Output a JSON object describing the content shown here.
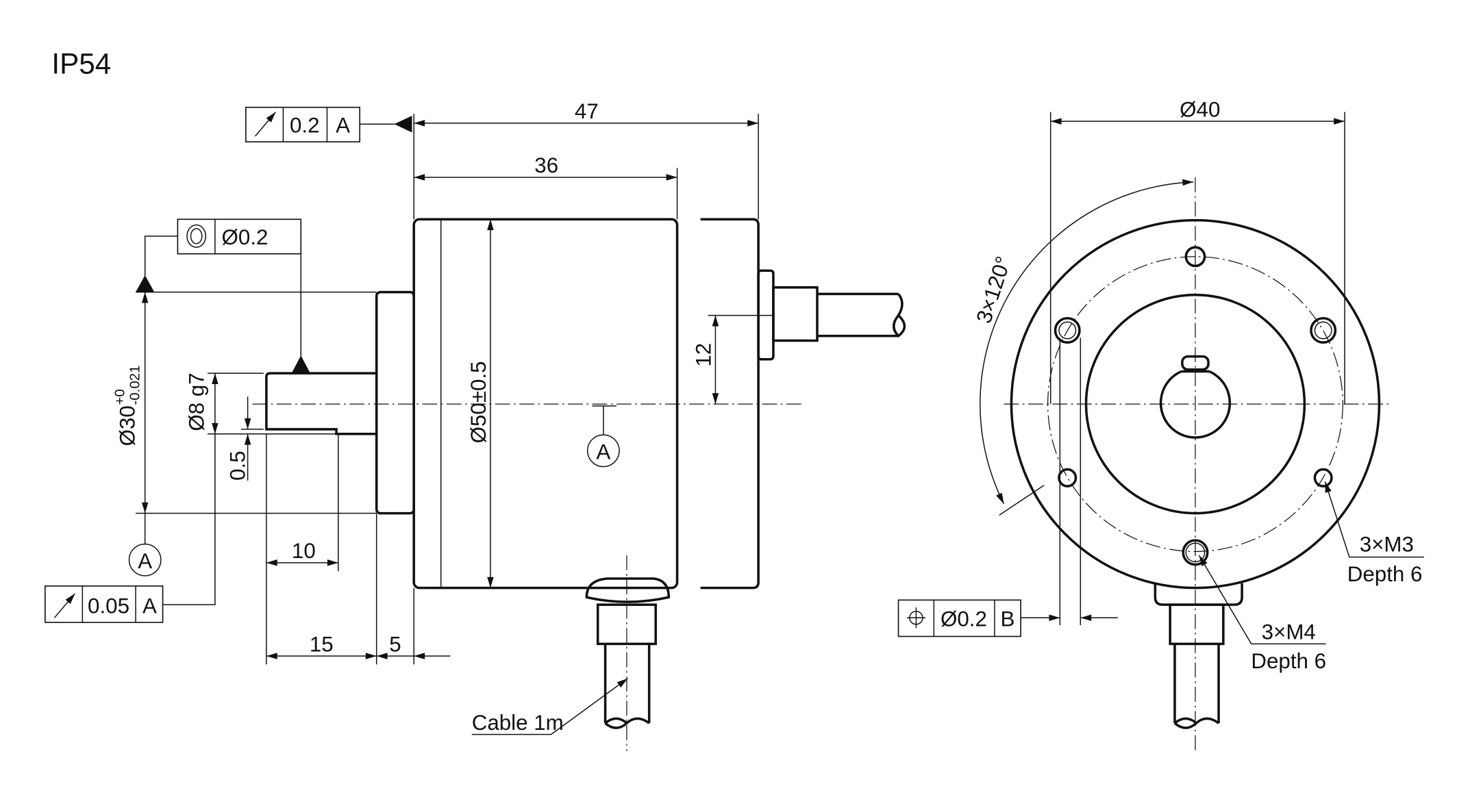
{
  "title": "IP54",
  "side_view": {
    "dim_overall_length": "47",
    "dim_body_length": "36",
    "dim_body_diameter": "Ø50±0.5",
    "dim_flange_diameter": "Ø30",
    "dim_flange_tol_upper": "+0",
    "dim_flange_tol_lower": "-0.021",
    "dim_shaft_diameter": "Ø8 g7",
    "dim_flat_depth": "0.5",
    "dim_flat_length": "10",
    "dim_shaft_length": "15",
    "dim_flange_thickness": "5",
    "dim_rear_offset": "12",
    "datum_label_1": "A",
    "datum_label_2": "A",
    "cable_label": "Cable 1m",
    "fcf_runout_top": {
      "value": "0.2",
      "datum": "A"
    },
    "fcf_concentricity": {
      "value": "Ø0.2"
    },
    "fcf_runout_bottom": {
      "value": "0.05",
      "datum": "A"
    }
  },
  "front_view": {
    "dim_bolt_circle": "Ø40",
    "dim_angle": "3×120°",
    "fcf_position": {
      "value": "Ø0.2",
      "datum": "B"
    },
    "hole_m3_label": "3×M3",
    "hole_m3_depth": "Depth 6",
    "hole_m4_label": "3×M4",
    "hole_m4_depth": "Depth 6"
  }
}
